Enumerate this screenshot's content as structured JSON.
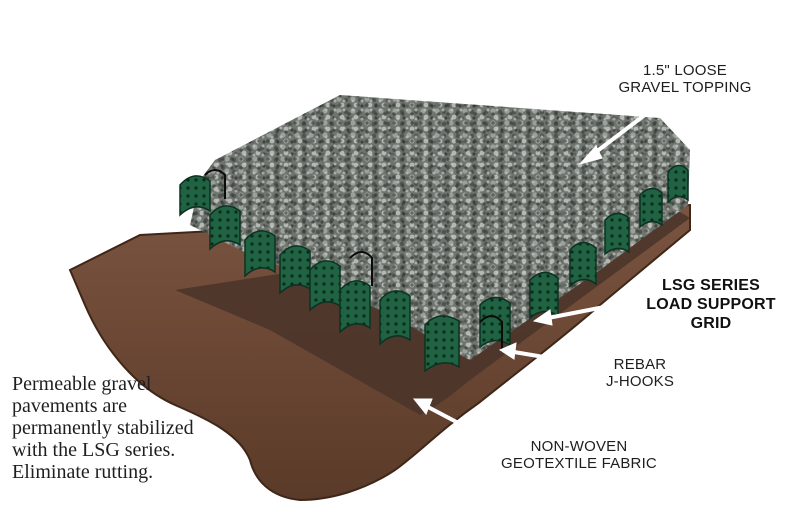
{
  "labels": {
    "gravel": [
      "1.5\" LOOSE",
      "GRAVEL TOPPING"
    ],
    "grid": [
      "LSG SERIES",
      "LOAD SUPPORT",
      "GRID"
    ],
    "rebar": [
      "REBAR",
      "J-HOOKS"
    ],
    "fabric": [
      "NON-WOVEN",
      "GEOTEXTILE FABRIC"
    ]
  },
  "caption": [
    "Permeable gravel",
    "pavements are",
    "permanently stabilized",
    "with the LSG series.",
    "Eliminate rutting."
  ],
  "colors": {
    "soil": "#6e4a35",
    "soil_edge": "#3e2718",
    "fabric": "#4a3429",
    "gravel": "#7a7f7a",
    "grid_cells": "#1d5d40",
    "arrow": "#ffffff"
  }
}
